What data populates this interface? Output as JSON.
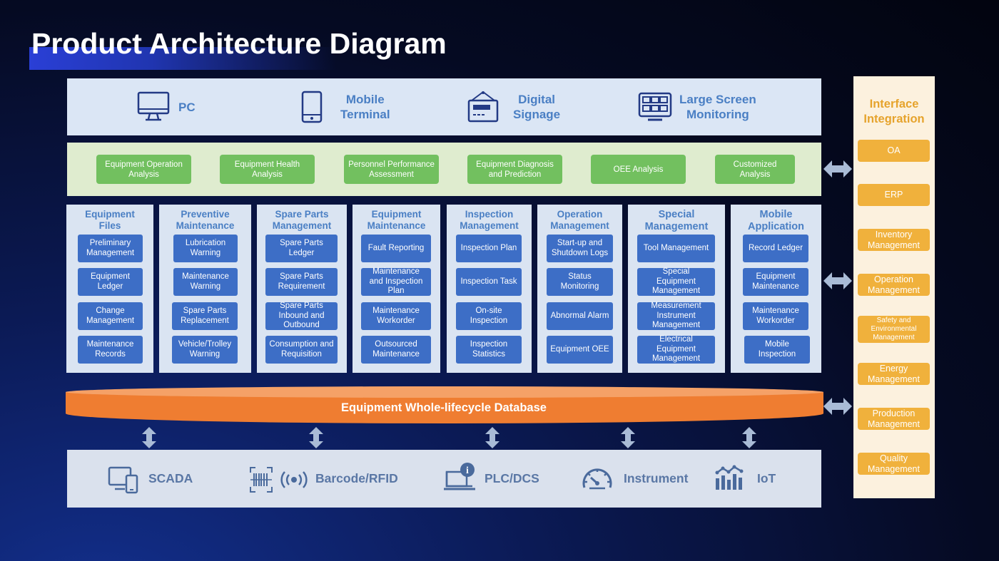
{
  "title": "Product Architecture Diagram",
  "terminals": [
    {
      "label": "PC",
      "icon": "monitor-icon"
    },
    {
      "label": "Mobile\nTerminal",
      "icon": "phone-icon"
    },
    {
      "label": "Digital\nSignage",
      "icon": "signage-icon"
    },
    {
      "label": "Large Screen\nMonitoring",
      "icon": "large-screen-icon"
    }
  ],
  "analysis": [
    "Equipment Operation\nAnalysis",
    "Equipment Health\nAnalysis",
    "Personnel Performance\nAssessment",
    "Equipment Diagnosis\nand Prediction",
    "OEE Analysis",
    "Customized\nAnalysis"
  ],
  "modules": [
    {
      "title": "Equipment\nFiles",
      "items": [
        "Preliminary\nManagement",
        "Equipment\nLedger",
        "Change\nManagement",
        "Maintenance\nRecords"
      ]
    },
    {
      "title": "Preventive\nMaintenance",
      "items": [
        "Lubrication\nWarning",
        "Maintenance\nWarning",
        "Spare Parts\nReplacement",
        "Vehicle/Trolley\nWarning"
      ]
    },
    {
      "title": "Spare Parts\nManagement",
      "items": [
        "Spare Parts\nLedger",
        "Spare Parts\nRequirement",
        "Spare Parts\nInbound and\nOutbound",
        "Consumption and\nRequisition"
      ]
    },
    {
      "title": "Equipment\nMaintenance",
      "items": [
        "Fault Reporting",
        "Maintenance\nand Inspection\nPlan",
        "Maintenance\nWorkorder",
        "Outsourced\nMaintenance"
      ]
    },
    {
      "title": "Inspection\nManagement",
      "items": [
        "Inspection Plan",
        "Inspection Task",
        "On-site\nInspection",
        "Inspection\nStatistics"
      ]
    },
    {
      "title": "Operation\nManagement",
      "items": [
        "Start-up and\nShutdown Logs",
        "Status\nMonitoring",
        "Abnormal Alarm",
        "Equipment OEE"
      ]
    },
    {
      "title": "Special\nManagement",
      "items": [
        "Tool Management",
        "Special\nEquipment\nManagement",
        "Measurement\nInstrument\nManagement",
        "Electrical\nEquipment\nManagement"
      ]
    },
    {
      "title": "Mobile\nApplication",
      "items": [
        "Record Ledger",
        "Equipment\nMaintenance",
        "Maintenance\nWorkorder",
        "Mobile\nInspection"
      ]
    }
  ],
  "database": "Equipment Whole-lifecycle Database",
  "sources": [
    {
      "label": "SCADA",
      "icon": "scada-devices-icon"
    },
    {
      "label": "Barcode/RFID",
      "icon": "barcode-rfid-icon"
    },
    {
      "label": "PLC/DCS",
      "icon": "plc-dcs-icon"
    },
    {
      "label": "Instrument",
      "icon": "gauge-icon"
    },
    {
      "label": "IoT",
      "icon": "iot-chart-icon"
    }
  ],
  "interface": {
    "title": "Interface\nIntegration",
    "items": [
      "OA",
      "ERP",
      "Inventory\nManagement",
      "Operation\nManagement",
      "Safety and\nEnvironmental\nManagement",
      "Energy\nManagement",
      "Production\nManagement",
      "Quality\nManagement"
    ]
  },
  "colors": {
    "terminal_text": "#4a7fc4",
    "analysis_button": "#72c05f",
    "module_button": "#3d6ec6",
    "database": "#ef7d31",
    "interface_button": "#f0b13c",
    "interface_title": "#e6a32c"
  }
}
